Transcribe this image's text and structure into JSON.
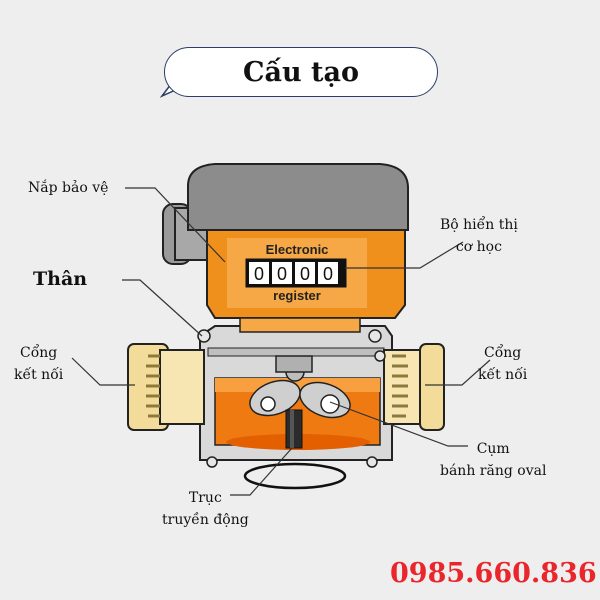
{
  "title": "Cấu tạo",
  "labels": {
    "cover": "Nắp bảo vệ",
    "display_line1": "Bộ hiển thị",
    "display_line2": "cơ học",
    "body": "Thân",
    "port_left_line1": "Cổng",
    "port_left_line2": "kết nối",
    "port_right_line1": "Cổng",
    "port_right_line2": "kết nối",
    "gears_line1": "Cụm",
    "gears_line2": "bánh răng oval",
    "shaft_line1": "Trục",
    "shaft_line2": "truyền động"
  },
  "register": {
    "top_text": "Electronic",
    "bottom_text": "register",
    "digits": [
      "0",
      "0",
      "0",
      "0"
    ]
  },
  "phone": "0985.660.836",
  "colors": {
    "orange": "#f0901c",
    "cover_gray": "#8c8c8c",
    "brass": "#f3dc9a",
    "phone_red": "#e8262c"
  }
}
